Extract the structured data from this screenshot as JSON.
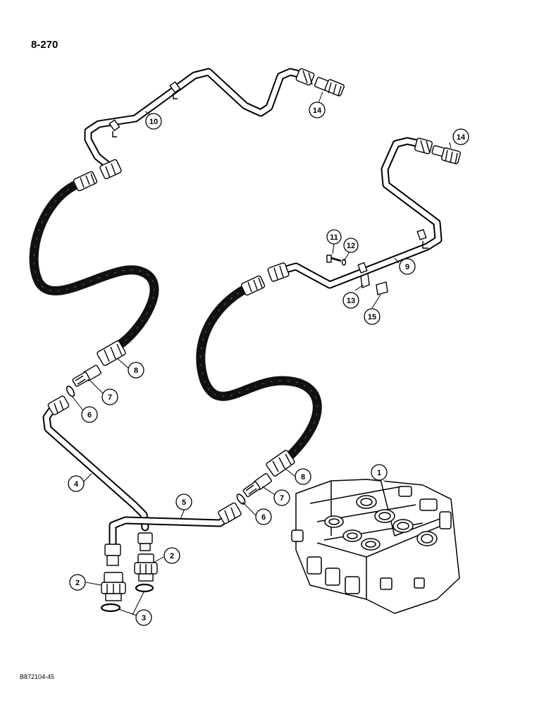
{
  "page": {
    "number": "8-270",
    "figure_code": "B872104-45"
  },
  "callouts": [
    {
      "id": "c1",
      "text": "1"
    },
    {
      "id": "c2a",
      "text": "2"
    },
    {
      "id": "c2b",
      "text": "2"
    },
    {
      "id": "c3",
      "text": "3"
    },
    {
      "id": "c4",
      "text": "4"
    },
    {
      "id": "c5",
      "text": "5"
    },
    {
      "id": "c6a",
      "text": "6"
    },
    {
      "id": "c6b",
      "text": "6"
    },
    {
      "id": "c7a",
      "text": "7"
    },
    {
      "id": "c7b",
      "text": "7"
    },
    {
      "id": "c8a",
      "text": "8"
    },
    {
      "id": "c8b",
      "text": "8"
    },
    {
      "id": "c9",
      "text": "9"
    },
    {
      "id": "c10",
      "text": "10"
    },
    {
      "id": "c11",
      "text": "11"
    },
    {
      "id": "c12",
      "text": "12"
    },
    {
      "id": "c13",
      "text": "13"
    },
    {
      "id": "c14a",
      "text": "14"
    },
    {
      "id": "c14b",
      "text": "14"
    },
    {
      "id": "c15",
      "text": "15"
    }
  ],
  "colors": {
    "ink": "#000000",
    "paper": "#ffffff",
    "hose": "#111111"
  }
}
